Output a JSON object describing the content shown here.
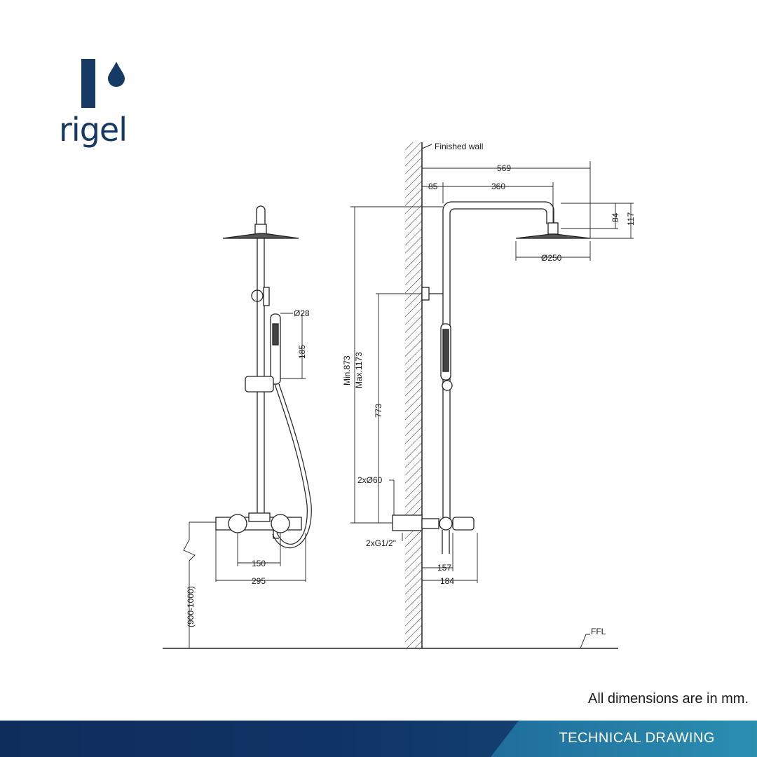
{
  "brand": {
    "name": "rigel",
    "primary_color": "#163a63",
    "icon": "rigel-water-drop-logo-icon"
  },
  "drawing": {
    "labels": {
      "finished_wall": "Finished wall",
      "ffl": "FFL",
      "d28": "Ø28",
      "d185": "185",
      "d150": "150",
      "d295": "295",
      "height_range": "(900-1000)",
      "d569": "569",
      "d85": "85",
      "d360": "360",
      "d84": "84",
      "d117": "117",
      "d250": "Ø250",
      "min_873": "Min.873",
      "max_1173": "Max.1173",
      "d773": "773",
      "d2x60": "2xØ60",
      "d2xg12": "2xG1/2\"",
      "d157": "157",
      "d184": "184"
    }
  },
  "note": "All dimensions are in mm.",
  "footer": {
    "label": "TECHNICAL DRAWING",
    "color_dark": "#0d2a56",
    "color_accent": "#2b8fb0"
  }
}
